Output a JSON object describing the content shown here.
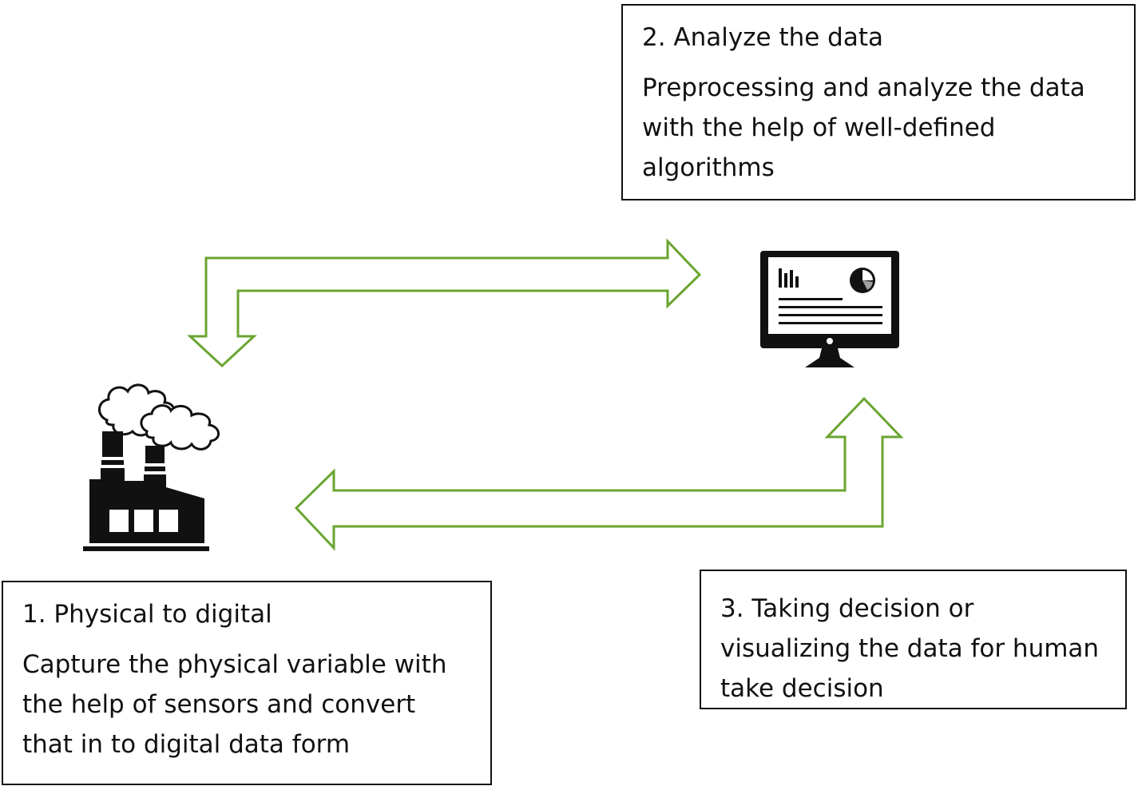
{
  "steps": {
    "analyze": {
      "title": "2. Analyze the data",
      "description": "Preprocessing and analyze the data\nwith the help of well-defined\nalgorithms"
    },
    "physical": {
      "title": "1. Physical to digital",
      "description": "Capture the physical variable with\nthe help of sensors and convert\nthat in to digital data form"
    },
    "decision": {
      "description": "3. Taking decision or\nvisualizing the data for human\ntake decision"
    }
  },
  "icons": {
    "factory": "factory-icon",
    "monitor": "monitor-dashboard-icon"
  },
  "colors": {
    "arrow": "#6aa530",
    "text": "#111111",
    "icon": "#111111"
  }
}
